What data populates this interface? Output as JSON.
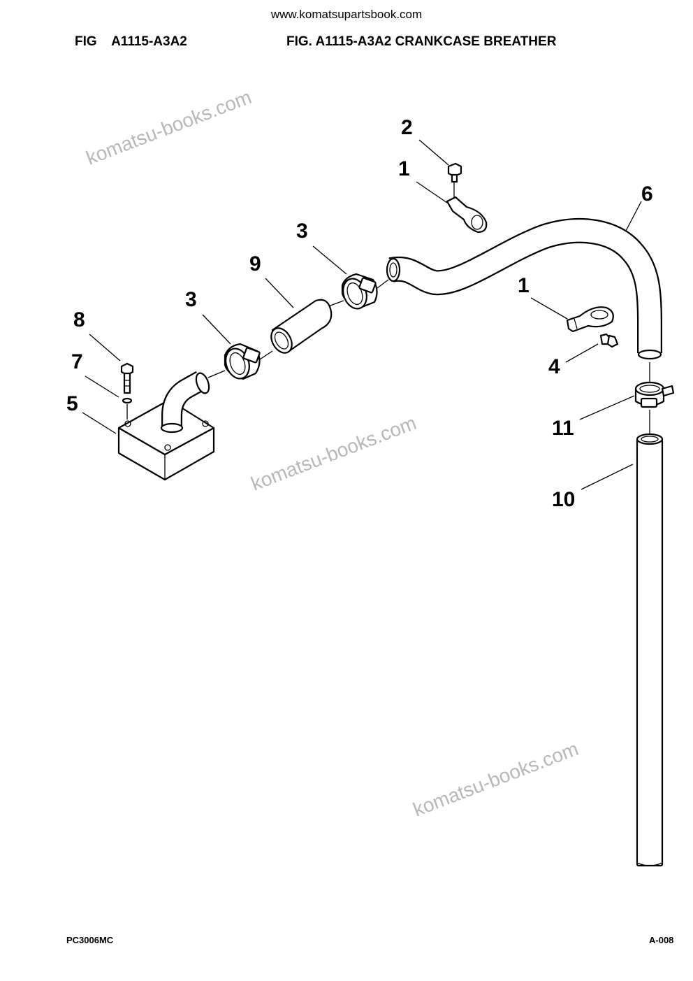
{
  "header": {
    "site_url": "www.komatsupartsbook.com",
    "fig_code": "FIG    A1115-A3A2",
    "fig_title": "FIG. A1115-A3A2 CRANKCASE BREATHER"
  },
  "footer": {
    "model": "PC3006MC",
    "page": "A-008"
  },
  "watermarks": [
    "komatsu-books.com",
    "komatsu-books.com",
    "komatsu-books.com"
  ],
  "callouts": {
    "c2": "2",
    "c1_top": "1",
    "c6": "6",
    "c3_upper": "3",
    "c9": "9",
    "c1_mid": "1",
    "c3_lower": "3",
    "c8": "8",
    "c4": "4",
    "c7": "7",
    "c5": "5",
    "c11": "11",
    "c10": "10"
  }
}
